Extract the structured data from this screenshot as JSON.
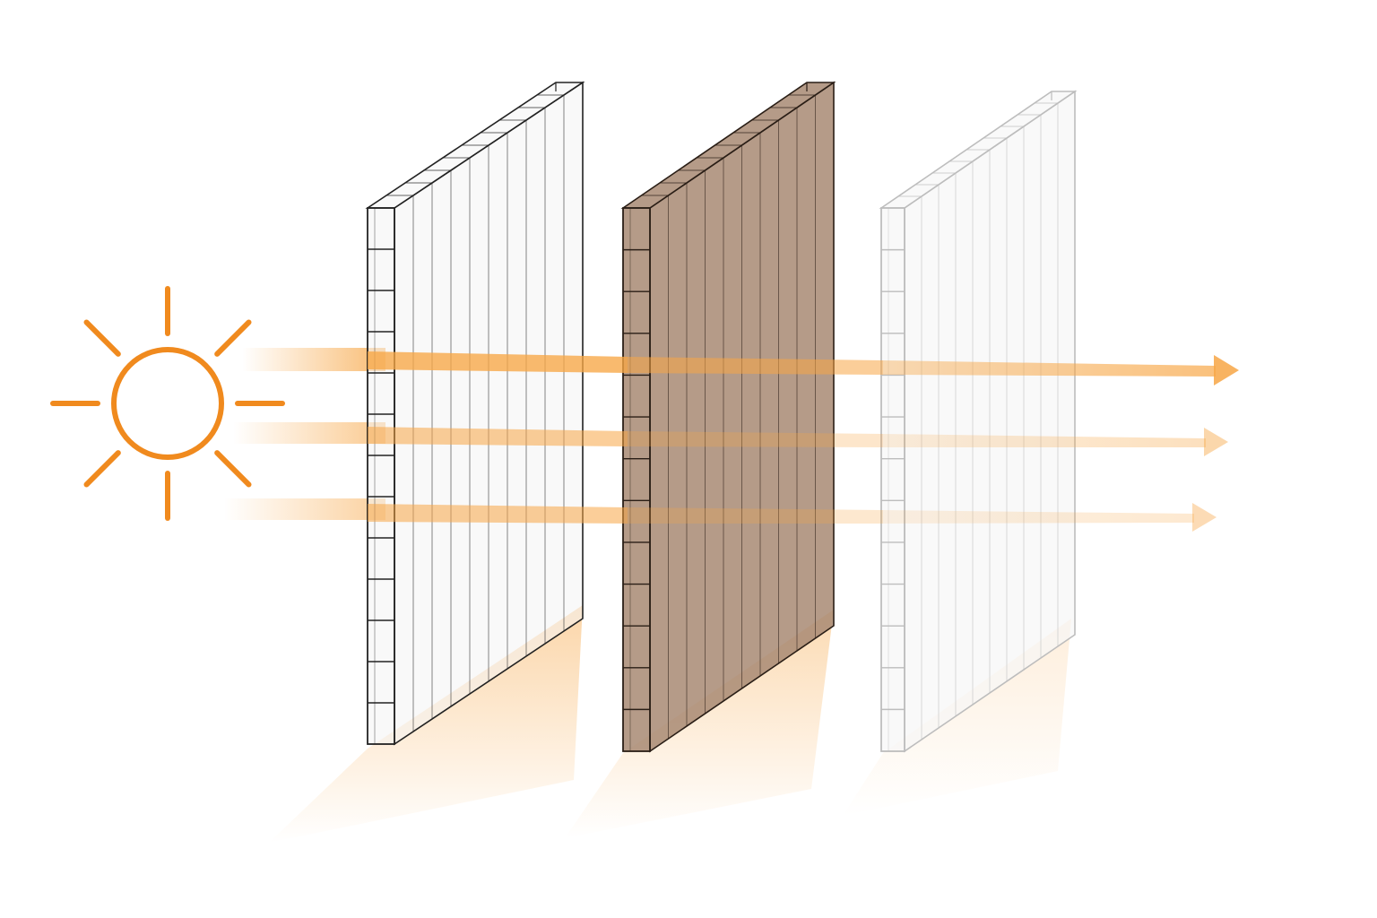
{
  "colors": {
    "background": "#ffffff",
    "sun": "#f08a1e",
    "light_beam": "#f7a645",
    "panel_clear_fill": "#f4f4f4",
    "panel_clear_stroke": "#222222",
    "panel_bronze_fill": "#a88a73",
    "panel_bronze_stroke": "#2a1e16",
    "panel_faint_fill": "#f7f7f7",
    "panel_faint_stroke": "#bdbdbd"
  },
  "sun": {
    "icon": "sun-icon",
    "ray_count": 8
  },
  "panels": [
    {
      "name": "panel-clear",
      "style": "clear",
      "cells": 13
    },
    {
      "name": "panel-bronze",
      "style": "bronze",
      "cells": 13
    },
    {
      "name": "panel-faint",
      "style": "faint",
      "cells": 13
    }
  ],
  "beams": [
    {
      "name": "beam-top",
      "icon": "arrow-right-icon"
    },
    {
      "name": "beam-middle",
      "icon": "arrow-right-icon"
    },
    {
      "name": "beam-bottom",
      "icon": "arrow-right-icon"
    }
  ]
}
